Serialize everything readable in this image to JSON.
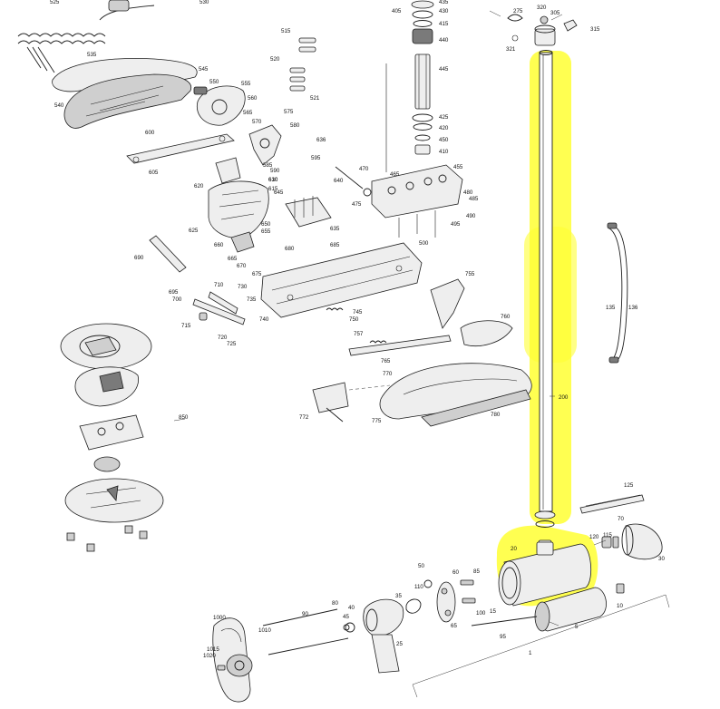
{
  "highlight": {
    "color": "#ffff33",
    "parts": [
      "200",
      "20"
    ]
  },
  "labels": [
    {
      "id": "p525",
      "text": "525"
    },
    {
      "id": "p530",
      "text": "530"
    },
    {
      "id": "p535",
      "text": "535"
    },
    {
      "id": "p540",
      "text": "540"
    },
    {
      "id": "p545",
      "text": "545"
    },
    {
      "id": "p550",
      "text": "550"
    },
    {
      "id": "p555",
      "text": "555"
    },
    {
      "id": "p560",
      "text": "560"
    },
    {
      "id": "p565",
      "text": "565"
    },
    {
      "id": "p570",
      "text": "570"
    },
    {
      "id": "p575",
      "text": "575"
    },
    {
      "id": "p580",
      "text": "580"
    },
    {
      "id": "p585",
      "text": "585"
    },
    {
      "id": "p590",
      "text": "590"
    },
    {
      "id": "p595",
      "text": "595"
    },
    {
      "id": "p600",
      "text": "600"
    },
    {
      "id": "p605",
      "text": "605"
    },
    {
      "id": "p515",
      "text": "515"
    },
    {
      "id": "p520",
      "text": "520"
    },
    {
      "id": "p521",
      "text": "521"
    },
    {
      "id": "p405",
      "text": "405"
    },
    {
      "id": "p435",
      "text": "435"
    },
    {
      "id": "p430",
      "text": "430"
    },
    {
      "id": "p415",
      "text": "415"
    },
    {
      "id": "p440",
      "text": "440"
    },
    {
      "id": "p445",
      "text": "445"
    },
    {
      "id": "p425",
      "text": "425"
    },
    {
      "id": "p420",
      "text": "420"
    },
    {
      "id": "p450",
      "text": "450"
    },
    {
      "id": "p410",
      "text": "410"
    },
    {
      "id": "p455",
      "text": "455"
    },
    {
      "id": "p465",
      "text": "465"
    },
    {
      "id": "p470",
      "text": "470"
    },
    {
      "id": "p475",
      "text": "475"
    },
    {
      "id": "p480",
      "text": "480"
    },
    {
      "id": "p485",
      "text": "485"
    },
    {
      "id": "p490",
      "text": "490"
    },
    {
      "id": "p495",
      "text": "495"
    },
    {
      "id": "p500",
      "text": "500"
    },
    {
      "id": "p275",
      "text": "275"
    },
    {
      "id": "p320",
      "text": "320"
    },
    {
      "id": "p305",
      "text": "305"
    },
    {
      "id": "p315",
      "text": "315"
    },
    {
      "id": "p321",
      "text": "321"
    },
    {
      "id": "p610",
      "text": "610"
    },
    {
      "id": "p615",
      "text": "615"
    },
    {
      "id": "p620",
      "text": "620"
    },
    {
      "id": "p625",
      "text": "625"
    },
    {
      "id": "p630",
      "text": "630"
    },
    {
      "id": "p635",
      "text": "635"
    },
    {
      "id": "p636",
      "text": "636"
    },
    {
      "id": "p640",
      "text": "640"
    },
    {
      "id": "p645",
      "text": "645"
    },
    {
      "id": "p650",
      "text": "650"
    },
    {
      "id": "p655",
      "text": "655"
    },
    {
      "id": "p660",
      "text": "660"
    },
    {
      "id": "p665",
      "text": "665"
    },
    {
      "id": "p670",
      "text": "670"
    },
    {
      "id": "p675",
      "text": "675"
    },
    {
      "id": "p680",
      "text": "680"
    },
    {
      "id": "p685",
      "text": "685"
    },
    {
      "id": "p690",
      "text": "690"
    },
    {
      "id": "p695",
      "text": "695"
    },
    {
      "id": "p700",
      "text": "700"
    },
    {
      "id": "p710",
      "text": "710"
    },
    {
      "id": "p715",
      "text": "715"
    },
    {
      "id": "p720",
      "text": "720"
    },
    {
      "id": "p725",
      "text": "725"
    },
    {
      "id": "p730",
      "text": "730"
    },
    {
      "id": "p735",
      "text": "735"
    },
    {
      "id": "p740",
      "text": "740"
    },
    {
      "id": "p745",
      "text": "745"
    },
    {
      "id": "p750",
      "text": "750"
    },
    {
      "id": "p755",
      "text": "755"
    },
    {
      "id": "p757",
      "text": "757"
    },
    {
      "id": "p760",
      "text": "760"
    },
    {
      "id": "p765",
      "text": "765"
    },
    {
      "id": "p770",
      "text": "770"
    },
    {
      "id": "p772",
      "text": "772"
    },
    {
      "id": "p775",
      "text": "775"
    },
    {
      "id": "p780",
      "text": "780"
    },
    {
      "id": "p850",
      "text": "850"
    },
    {
      "id": "p135",
      "text": "135"
    },
    {
      "id": "p136",
      "text": "136"
    },
    {
      "id": "p200",
      "text": "200"
    },
    {
      "id": "p125",
      "text": "125"
    },
    {
      "id": "p70",
      "text": "70"
    },
    {
      "id": "p115",
      "text": "115"
    },
    {
      "id": "p120",
      "text": "120"
    },
    {
      "id": "p30",
      "text": "30"
    },
    {
      "id": "p20",
      "text": "20"
    },
    {
      "id": "p50",
      "text": "50"
    },
    {
      "id": "p60",
      "text": "60"
    },
    {
      "id": "p85",
      "text": "85"
    },
    {
      "id": "p110",
      "text": "110"
    },
    {
      "id": "p35",
      "text": "35"
    },
    {
      "id": "p10",
      "text": "10"
    },
    {
      "id": "p15",
      "text": "15"
    },
    {
      "id": "p100",
      "text": "100"
    },
    {
      "id": "p95",
      "text": "95"
    },
    {
      "id": "p65",
      "text": "65"
    },
    {
      "id": "p5",
      "text": "5"
    },
    {
      "id": "p40",
      "text": "40"
    },
    {
      "id": "p45",
      "text": "45"
    },
    {
      "id": "p80",
      "text": "80"
    },
    {
      "id": "p90",
      "text": "90"
    },
    {
      "id": "p25",
      "text": "25"
    },
    {
      "id": "p1000",
      "text": "1000"
    },
    {
      "id": "p1010",
      "text": "1010"
    },
    {
      "id": "p1015",
      "text": "1015"
    },
    {
      "id": "p1020",
      "text": "1020"
    },
    {
      "id": "p1",
      "text": "1"
    }
  ]
}
